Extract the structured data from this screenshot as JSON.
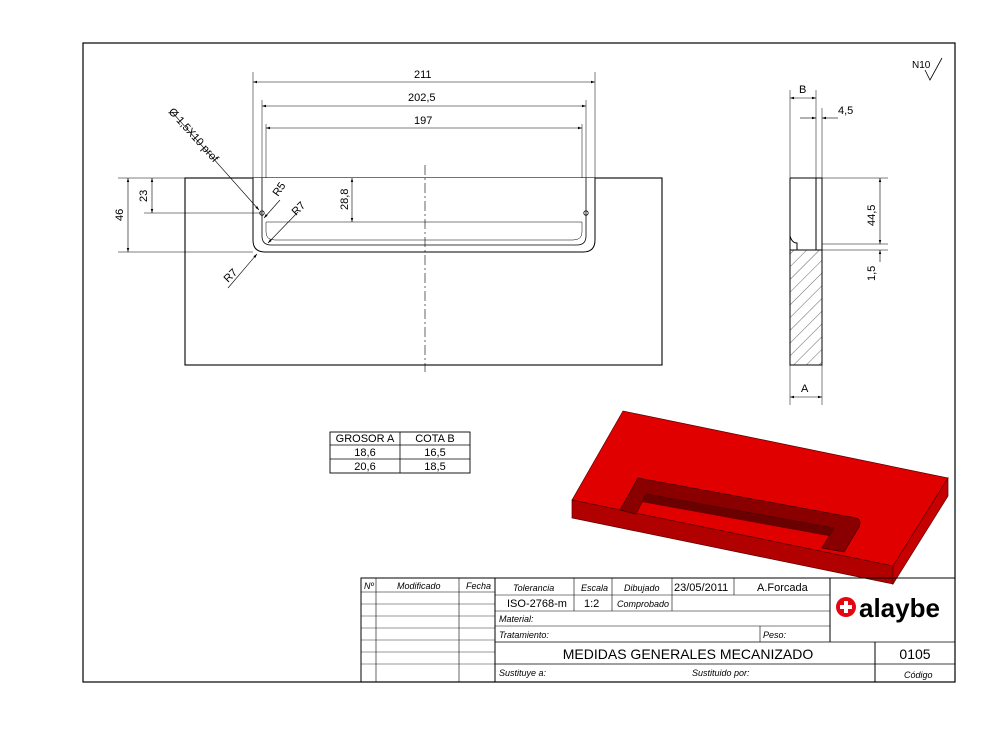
{
  "roughness": "N10",
  "front_view": {
    "dims": {
      "overall_width": "211",
      "mid_width": "202,5",
      "inner_width": "197",
      "depth": "28,8",
      "height_total": "46",
      "height_partial": "23",
      "hole_note": "Ø 1,5X10 prof",
      "radius_r5": "R5",
      "radius_r7_inner": "R7",
      "radius_r7_outer": "R7"
    }
  },
  "side_view": {
    "dims": {
      "b": "B",
      "step": "4,5",
      "height": "44,5",
      "bottom": "1,5",
      "a": "A"
    }
  },
  "thickness_table": {
    "headers": [
      "GROSOR A",
      "COTA B"
    ],
    "rows": [
      [
        "18,6",
        "16,5"
      ],
      [
        "20,6",
        "18,5"
      ]
    ]
  },
  "render_3d": {
    "color": "#e00000"
  },
  "title_block": {
    "rev_headers": {
      "no": "Nº",
      "modified": "Modificado",
      "date": "Fecha"
    },
    "tolerance_label": "Tolerancia",
    "tolerance_value": "ISO-2768-m",
    "scale_label": "Escala",
    "scale_value": "1:2",
    "drawn_label": "Dibujado",
    "drawn_date": "23/05/2011",
    "drawn_by": "A.Forcada",
    "checked_label": "Comprobado",
    "material_label": "Material:",
    "treatment_label": "Tratamiento:",
    "weight_label": "Peso:",
    "title": "MEDIDAS GENERALES MECANIZADO",
    "code": "0105",
    "code_label": "Código",
    "replaces_label": "Sustituye a:",
    "replaced_by_label": "Sustituido por:",
    "logo_text": "alaybe",
    "logo_color": "#e30613"
  }
}
